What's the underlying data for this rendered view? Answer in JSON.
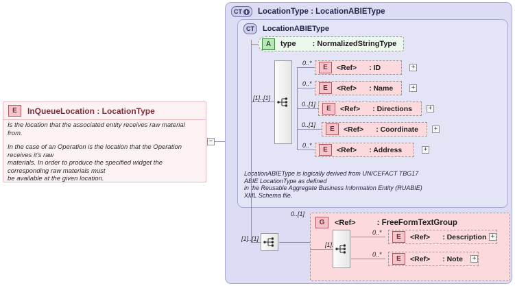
{
  "diagram": {
    "type": "xsd-schema-diagram",
    "colors": {
      "panel_outer_bg": "#dcdcf5",
      "panel_inner_bg": "#e4e4f7",
      "element_pink": "#fbd9dd",
      "element_pink_border": "#b05763",
      "attribute_green": "#ecf8ec",
      "attribute_badge_green": "#b9e6b9",
      "canvas": "#ffffff",
      "line": "#8c8ca8"
    }
  },
  "left_element": {
    "badge": "E",
    "title": "InQueueLocation : LocationType",
    "documentation": [
      "Is the location that the associated entity receives raw material from.",
      "In the case of an Operation is the location that the Operation receives it's raw\nmaterials. In order to produce the specified widget the corresponding raw materials must\nbe available at the given location."
    ],
    "collapse_toggle": "−"
  },
  "outer_panel": {
    "icon": "CT",
    "icon_plus": "+",
    "title": "LocationType : LocationABIEType"
  },
  "inner_panel": {
    "icon": "CT",
    "title": "LocationABIEType",
    "annotation": [
      "LocationABIEType is logically derived from UN/CEFACT TBG17 ABIE LocationType as defined",
      "in the Reusable Aggregate Business Information Entity (RUABIE) XML Schema file."
    ]
  },
  "attribute": {
    "badge": "A",
    "name": "type",
    "type": ": NormalizedStringType"
  },
  "sequence_main": {
    "icon": "sequence-compositor",
    "cardinality": "[1]..[1]"
  },
  "elements": [
    {
      "badge": "E",
      "ref": "<Ref>",
      "name": ": ID",
      "cardinality": "0..*",
      "expand": "+"
    },
    {
      "badge": "E",
      "ref": "<Ref>",
      "name": ": Name",
      "cardinality": "0..*",
      "expand": "+"
    },
    {
      "badge": "E",
      "ref": "<Ref>",
      "name": ": Directions",
      "cardinality": "0..[1]",
      "expand": "+"
    },
    {
      "badge": "E",
      "ref": "<Ref>",
      "name": ": Coordinate",
      "cardinality": "0..[1]",
      "expand": "+"
    },
    {
      "badge": "E",
      "ref": "<Ref>",
      "name": ": Address",
      "cardinality": "0..*",
      "expand": "+"
    }
  ],
  "sequence_bottom": {
    "icon": "sequence-compositor",
    "cardinality": "[1]..[1]"
  },
  "group": {
    "badge": "G",
    "ref": "<Ref>",
    "title": ": FreeFormTextGroup",
    "cardinality": "0..[1]",
    "sequence": {
      "icon": "sequence-compositor",
      "cardinality": "[1]..[1]"
    },
    "elements": [
      {
        "badge": "E",
        "ref": "<Ref>",
        "name": ": Description",
        "cardinality": "0..*",
        "expand": "+"
      },
      {
        "badge": "E",
        "ref": "<Ref>",
        "name": ": Note",
        "cardinality": "0..*",
        "expand": "+"
      }
    ]
  }
}
